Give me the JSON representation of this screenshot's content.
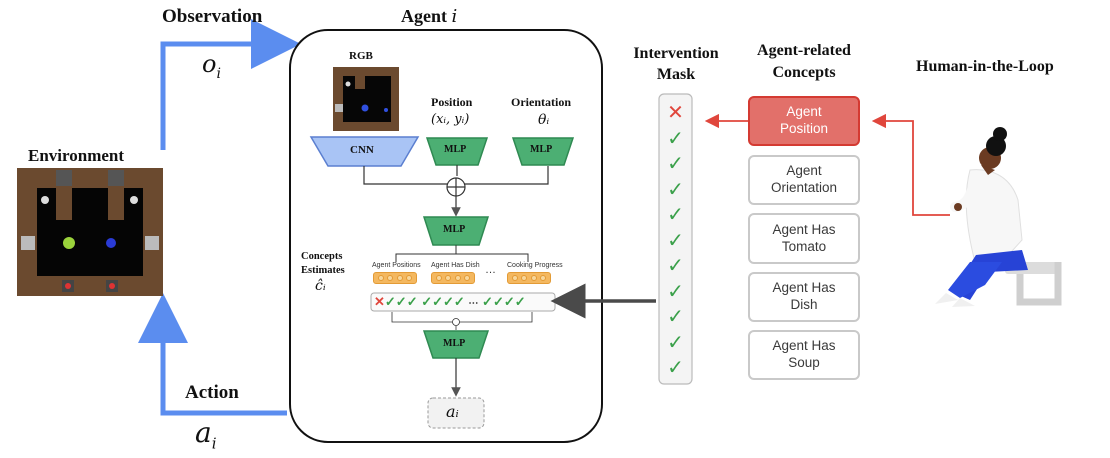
{
  "left": {
    "observation_label": "Observation",
    "observation_symbol": "o",
    "observation_sub": "i",
    "environment_label": "Environment",
    "action_label": "Action",
    "action_symbol": "a",
    "action_sub": "i"
  },
  "agent": {
    "title": "Agent",
    "title_symbol": "i",
    "rgb_label": "RGB",
    "position_label": "Position",
    "position_symbol": "(xᵢ, yᵢ)",
    "orientation_label": "Orientation",
    "orientation_symbol": "θᵢ",
    "cnn_label": "CNN",
    "mlp_label": "MLP",
    "concepts_label_line1": "Concepts",
    "concepts_label_line2": "Estimates",
    "concepts_symbol": "ĉᵢ",
    "bar_labels": [
      "Agent Positions",
      "Agent Has Dish",
      "…",
      "Cooking Progress"
    ],
    "output_symbol": "aᵢ"
  },
  "mask": {
    "title_line1": "Intervention",
    "title_line2": "Mask",
    "marks": [
      "cross",
      "check",
      "check",
      "check",
      "check",
      "check",
      "check",
      "check",
      "check",
      "check",
      "check"
    ]
  },
  "concepts": {
    "title_line1": "Agent-related",
    "title_line2": "Concepts",
    "items": [
      {
        "label": "Agent\nPosition",
        "active": true
      },
      {
        "label": "Agent\nOrientation",
        "active": false
      },
      {
        "label": "Agent Has\nTomato",
        "active": false
      },
      {
        "label": "Agent Has\nDish",
        "active": false
      },
      {
        "label": "Agent Has\nSoup",
        "active": false
      }
    ]
  },
  "human": {
    "label": "Human-in-the-Loop"
  },
  "colors": {
    "blue_arrow": "#5b8def",
    "red_arrow": "#e0463c",
    "mlp_green": "#4caf73",
    "cnn_blue": "#a9c4f5",
    "check_green": "#3aa04a",
    "cross_red": "#e0463c"
  }
}
